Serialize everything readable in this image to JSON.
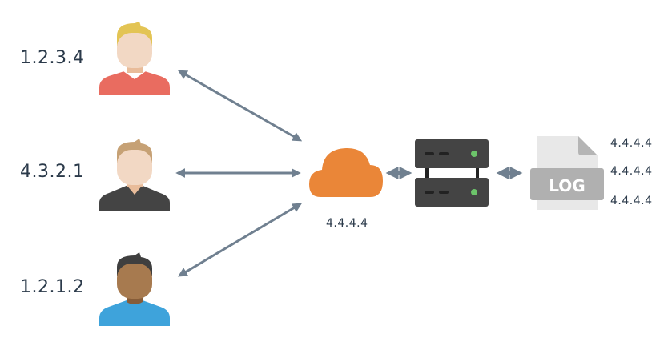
{
  "clients": [
    {
      "ip": "1.2.3.4",
      "hair_color": "#e3c454",
      "shirt_color": "#e96c60",
      "skin_color": "#f2d8c4",
      "neck_color": "#e9bc9a"
    },
    {
      "ip": "4.3.2.1",
      "hair_color": "#c6a175",
      "shirt_color": "#444444",
      "skin_color": "#f2d8c4",
      "neck_color": "#e9bc9a"
    },
    {
      "ip": "1.2.1.2",
      "hair_color": "#3f3f3f",
      "shirt_color": "#3ea3db",
      "skin_color": "#a77a4f",
      "neck_color": "#865c38"
    }
  ],
  "cloud": {
    "label": "4.4.4.4",
    "color": "#ea8638"
  },
  "server": {
    "body_color": "#444444",
    "led_color": "#6cc46a"
  },
  "log": {
    "label": "LOG",
    "entries": [
      "4.4.4.4",
      "4.4.4.4",
      "4.4.4.4"
    ]
  },
  "arrow_color": "#708090"
}
